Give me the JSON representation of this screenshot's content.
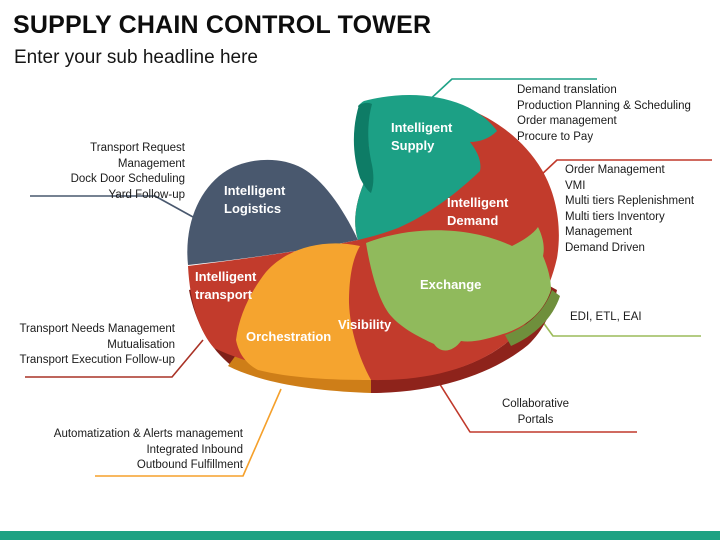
{
  "slide": {
    "title": "SUPPLY CHAIN CONTROL TOWER",
    "subtitle": "Enter your sub headline here"
  },
  "diagram": {
    "colors": {
      "red_body": "#C23B2C",
      "supply_side": "#0E7C66",
      "rim_maroon": "#7F2019",
      "rim_orange": "#CE7E18",
      "rim_red": "#8E231B",
      "rim_olive": "#6F8F3C"
    },
    "segments": [
      {
        "id": "intelligent-supply",
        "label_lines": [
          "Intelligent",
          "Supply"
        ],
        "color": "#1CA085"
      },
      {
        "id": "intelligent-demand",
        "label_lines": [
          "Intelligent",
          "Demand"
        ],
        "color": "#C23B2C"
      },
      {
        "id": "exchange",
        "label_lines": [
          "Exchange"
        ],
        "color": "#90BA5C"
      },
      {
        "id": "visibility",
        "label_lines": [
          "Visibility"
        ],
        "color": "#C23B2C"
      },
      {
        "id": "orchestration",
        "label_lines": [
          "Orchestration"
        ],
        "color": "#F5A42F"
      },
      {
        "id": "intelligent-transport",
        "label_lines": [
          "Intelligent",
          "transport"
        ],
        "color": "#C23B2C"
      },
      {
        "id": "intelligent-logistics",
        "label_lines": [
          "Intelligent",
          "Logistics"
        ],
        "color": "#49586E"
      }
    ]
  },
  "callouts": [
    {
      "id": "supply-notes",
      "lines": [
        "Demand translation",
        "Production Planning & Scheduling",
        "Order management",
        "Procure to Pay"
      ],
      "line_color": "#1FA287"
    },
    {
      "id": "demand-notes",
      "lines": [
        "Order Management",
        "VMI",
        "Multi tiers Replenishment",
        "Multi tiers Inventory",
        "Management",
        "Demand Driven"
      ],
      "line_color": "#C0392B"
    },
    {
      "id": "exchange-notes",
      "lines": [
        "EDI, ETL, EAI"
      ],
      "line_color": "#9CBB5A"
    },
    {
      "id": "collaborative-notes",
      "lines": [
        "Collaborative",
        "Portals"
      ],
      "line_color": "#C0392B"
    },
    {
      "id": "orchestration-notes",
      "lines": [
        "Automatization & Alerts management",
        "Integrated Inbound",
        "Outbound Fulfillment"
      ],
      "line_color": "#F5A02B"
    },
    {
      "id": "transport-notes",
      "lines": [
        "Transport Needs Management",
        "Mutualisation",
        "Transport Execution Follow-up"
      ],
      "line_color": "#A93226"
    },
    {
      "id": "logistics-notes",
      "lines": [
        "Transport Request Management",
        "Dock Door Scheduling",
        "Yard Follow-up"
      ],
      "line_color": "#49586E"
    }
  ],
  "footer": {
    "bar_color": "#1EA283"
  }
}
